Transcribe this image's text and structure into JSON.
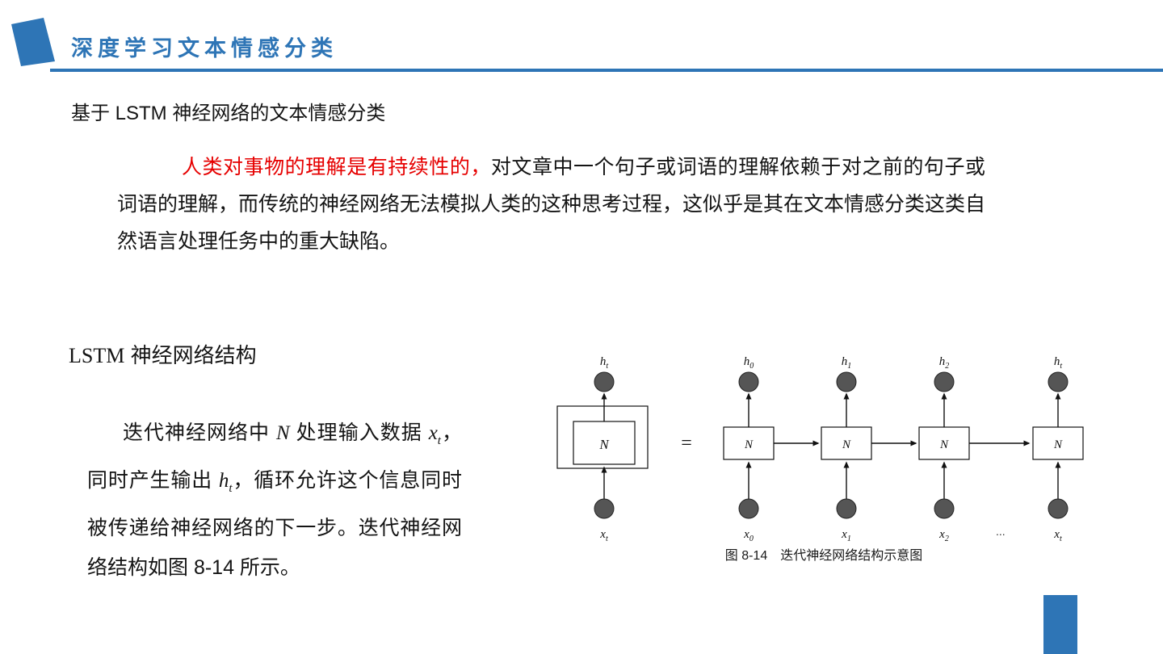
{
  "colors": {
    "accent_blue": "#2e75b6",
    "red_text": "#e60000",
    "node_fill": "#555555"
  },
  "header": {
    "title": "深度学习文本情感分类"
  },
  "content": {
    "subtitle": "基于 LSTM 神经网络的文本情感分类",
    "para1": {
      "red": "人类对事物的理解是有持续性的，",
      "black": "对文章中一个句子或词语的理解依赖于对之前的句子或词语的理解，而传统的神经网络无法模拟人类的这种思考过程，这似乎是其在文本情感分类这类自然语言处理任务中的重大缺陷。"
    },
    "section_latin": "LSTM",
    "section_rest": " 神经网络结构",
    "para2": {
      "seg1": "迭代神经网络中 ",
      "var_n": "N",
      "seg2": " 处理输入数据 ",
      "var_x": "x",
      "sub_x": "t",
      "seg3": "，同时产生输出 ",
      "var_h": "h",
      "sub_h": "t",
      "seg4": "，循环允许这个信息同时被传递给神经网络的下一步。迭代神经网络结构如图 8-14 所示。"
    }
  },
  "diagram": {
    "node_label": "N",
    "equals": "=",
    "ellipsis": "...",
    "single": {
      "top_base": "h",
      "top_sub": "t",
      "bottom_base": "x",
      "bottom_sub": "t"
    },
    "units": [
      {
        "top_base": "h",
        "top_sub": "0",
        "bottom_base": "x",
        "bottom_sub": "0"
      },
      {
        "top_base": "h",
        "top_sub": "1",
        "bottom_base": "x",
        "bottom_sub": "1"
      },
      {
        "top_base": "h",
        "top_sub": "2",
        "bottom_base": "x",
        "bottom_sub": "2"
      },
      {
        "top_base": "h",
        "top_sub": "t",
        "bottom_base": "x",
        "bottom_sub": "t"
      }
    ],
    "caption": "图 8-14　迭代神经网络结构示意图"
  }
}
